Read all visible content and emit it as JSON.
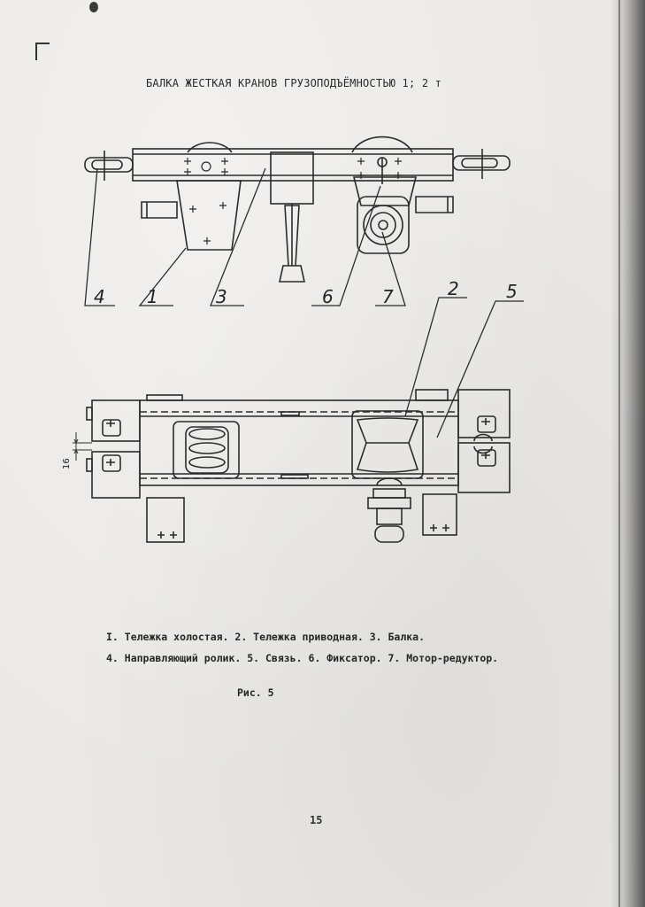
{
  "title": "БАЛКА ЖЕСТКАЯ КРАНОВ ГРУЗОПОДЪЁМНОСТЬЮ 1; 2 т",
  "callouts": {
    "c1": "1",
    "c2": "2",
    "c3": "3",
    "c4": "4",
    "c5": "5",
    "c6": "6",
    "c7": "7"
  },
  "dimension": "16",
  "legend": {
    "line1": "I. Тележка холостая.   2. Тележка приводная. 3. Балка.",
    "line2": "4. Направляющий ролик. 5. Связь. 6. Фиксатор. 7. Мотор-редуктор."
  },
  "caption": "Рис. 5",
  "page_number": "15"
}
